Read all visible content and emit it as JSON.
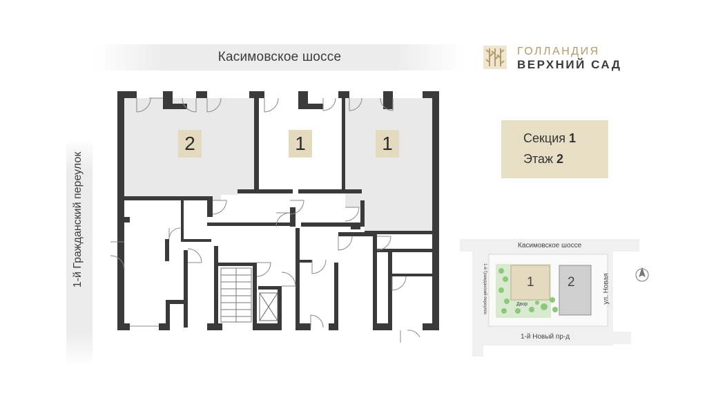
{
  "streets": {
    "top": "Касимовское шоссе",
    "left": "1-й Гражданский переулок"
  },
  "units": [
    {
      "number": "2"
    },
    {
      "number": "1"
    },
    {
      "number": "1"
    }
  ],
  "brand": {
    "line1": "ГОЛЛАНДИЯ",
    "line2": "ВЕРХНИЙ САД"
  },
  "info": {
    "section_label": "Секция",
    "section_value": "1",
    "floor_label": "Этаж",
    "floor_value": "2"
  },
  "site_map": {
    "street_top": "Касимовское шоссе",
    "street_right": "ул. Новая",
    "street_bottom": "1-й Новый пр-д",
    "street_left": "1-й Гражданский переулок",
    "courtyard": "Двор",
    "section1": "1",
    "section2": "2"
  },
  "colors": {
    "wall": "#3a3a3a",
    "unit_fill": "#e9e9e9",
    "label_fill": "#e3dac0",
    "brand_gold": "#b59a6a",
    "green": "#8cc77a"
  }
}
